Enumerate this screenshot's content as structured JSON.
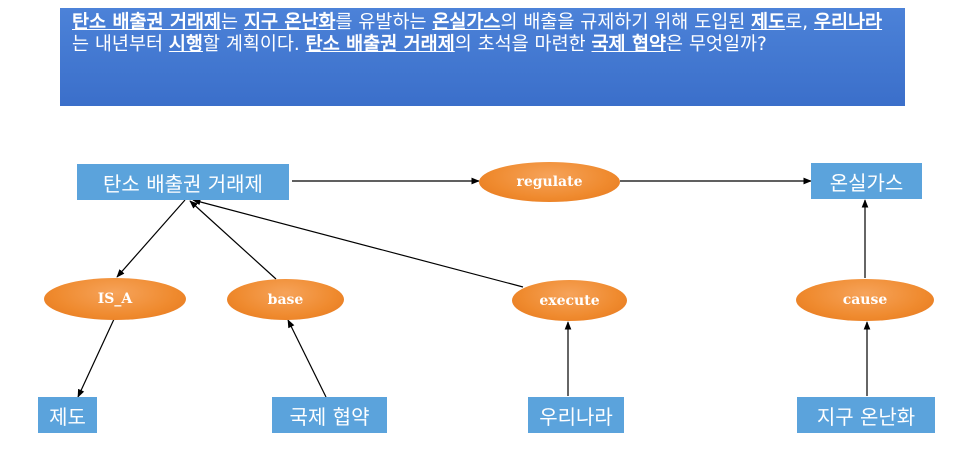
{
  "question": {
    "segments": [
      {
        "text": "탄소 배출권 거래제",
        "kw": true
      },
      {
        "text": "는 ",
        "kw": false
      },
      {
        "text": "지구 온난화",
        "kw": true
      },
      {
        "text": "를 유발하는 ",
        "kw": false
      },
      {
        "text": "온실가스",
        "kw": true
      },
      {
        "text": "의 배출을 규제하기 위해 도입된 ",
        "kw": false
      },
      {
        "text": "제도",
        "kw": true
      },
      {
        "text": "로, ",
        "kw": false
      },
      {
        "text": "우리나라",
        "kw": true
      },
      {
        "text": "는 내년부터 ",
        "kw": false
      },
      {
        "text": "시행",
        "kw": true
      },
      {
        "text": "할 계획이다. ",
        "kw": false
      },
      {
        "text": "탄소 배출권 거래제",
        "kw": true
      },
      {
        "text": "의 초석을 마련한 ",
        "kw": false
      },
      {
        "text": "국제 협약",
        "kw": true
      },
      {
        "text": "은 무엇일까?",
        "kw": false
      }
    ]
  },
  "entities": {
    "carbon_trading": "탄소 배출권 거래제",
    "greenhouse_gas": "온실가스",
    "system": "제도",
    "intl_agreement": "국제 협약",
    "korea": "우리나라",
    "global_warming": "지구 온난화"
  },
  "relations": {
    "regulate": "regulate",
    "is_a": "IS_A",
    "base": "base",
    "execute": "execute",
    "cause": "cause"
  },
  "colors": {
    "question_bg": "#3f74cf",
    "entity_bg": "#5ba3dc",
    "relation_bg": "#ef8a2e",
    "edge": "#000000"
  }
}
